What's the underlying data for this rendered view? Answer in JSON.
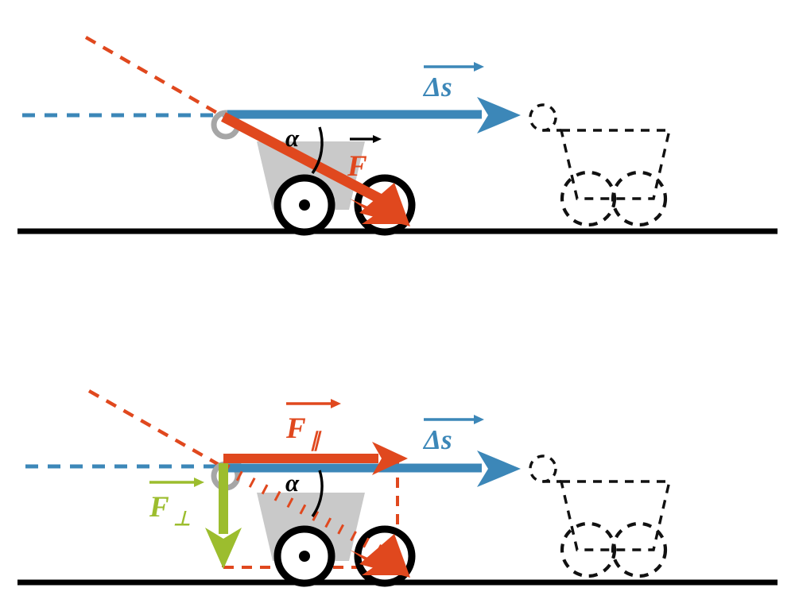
{
  "figure": {
    "title": "Work done by a force at an angle on a cart",
    "background": "#ffffff"
  },
  "colors": {
    "force_red": "#E0481E",
    "displacement_blue": "#3C87B8",
    "perp_green": "#9CBD2E",
    "cart_body_gray": "#C9C9C9",
    "hook_gray": "#A6A6A6",
    "outline_black": "#000000",
    "ground_black": "#000000"
  },
  "panels": [
    {
      "id": "top-panel",
      "name": "resultant-force-panel",
      "ground_label": "ground-line",
      "labels": {
        "displacement": "Δs",
        "force": "F",
        "angle": "α"
      },
      "elements": {
        "cart": "solid-cart",
        "ghost_cart": "dashed-cart",
        "force_vector": "solid-red-arrow",
        "displacement_vector": "solid-blue-arrow",
        "reference_line": "blue-dashed-horizontal",
        "force_extension_line": "red-dashed-extension",
        "angle_arc": "black-arc",
        "hook": "gray-ring"
      }
    },
    {
      "id": "bottom-panel",
      "name": "force-components-panel",
      "ground_label": "ground-line",
      "labels": {
        "displacement": "Δs",
        "force_parallel": "F",
        "force_parallel_sub": "∥",
        "force_perpendicular": "F",
        "force_perpendicular_sub": "⊥",
        "angle": "α"
      },
      "elements": {
        "cart": "solid-cart",
        "ghost_cart": "dashed-cart",
        "force_vector": "dotted-red-arrow",
        "parallel_component": "solid-red-horizontal-arrow",
        "perpendicular_component": "green-vertical-arrow",
        "displacement_vector": "solid-blue-arrow",
        "reference_line": "blue-dashed-horizontal",
        "force_extension_line": "red-dashed-extension",
        "construction_lines": "red-dashed-rectangle",
        "angle_arc": "black-arc",
        "hook": "gray-ring"
      }
    }
  ]
}
